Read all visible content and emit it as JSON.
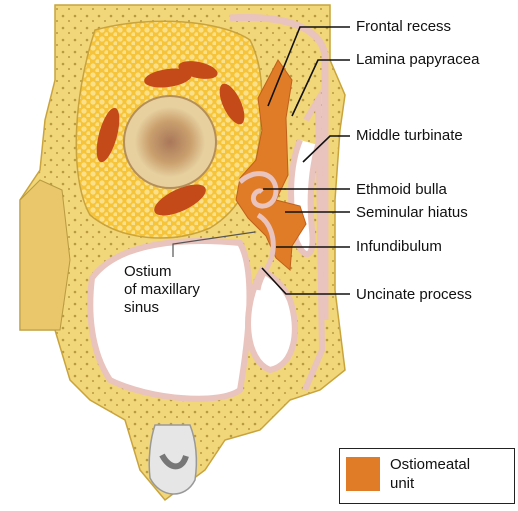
{
  "labels": {
    "frontal_recess": "Frontal recess",
    "lamina_papyracea": "Lamina papyracea",
    "middle_turbinate": "Middle turbinate",
    "ethmoid_bulla": "Ethmoid bulla",
    "seminular_hiatus": "Seminular hiatus",
    "infundibulum": "Infundibulum",
    "uncinate_process": "Uncinate process",
    "ostium_line1": "Ostium",
    "ostium_line2": "of maxillary",
    "ostium_line3": "sinus"
  },
  "legend": {
    "line1": "Ostiomeatal",
    "line2": "unit"
  },
  "colors": {
    "bone": "#f2d67a",
    "bone_edge": "#c9a43c",
    "orbit_fat": "#f6c43a",
    "orbit_fat_dots": "#fbe08a",
    "muscle": "#c44a1a",
    "mucosa": "#e9c3bd",
    "ostiomeatal": "#e07b27",
    "globe_outer": "#d9b57a",
    "globe_inner": "#c08c5c",
    "tooth": "#d8d8d8"
  }
}
